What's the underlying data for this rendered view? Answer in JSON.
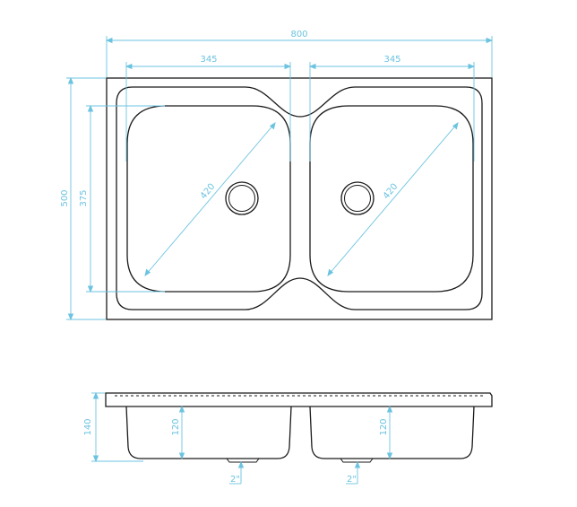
{
  "top_view": {
    "overall_width": "800",
    "bowl_left_width": "345",
    "bowl_right_width": "345",
    "overall_depth": "500",
    "bowl_depth": "375",
    "bowl_left_diagonal": "420",
    "bowl_right_diagonal": "420"
  },
  "side_view": {
    "overall_height": "140",
    "bowl_left_height": "120",
    "bowl_right_height": "120",
    "drain_left": "2\"",
    "drain_right": "2\""
  },
  "colors": {
    "outline": "#1a1a1a",
    "dimension": "#6cc3e0",
    "background": "#ffffff"
  }
}
